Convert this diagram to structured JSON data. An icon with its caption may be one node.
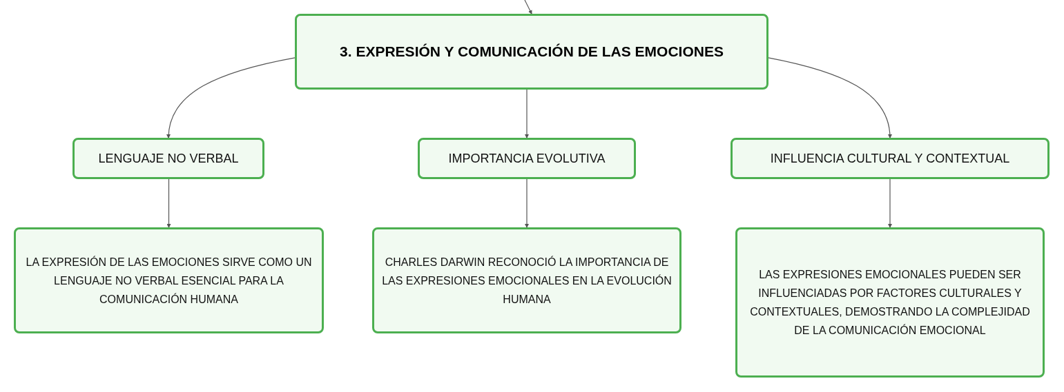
{
  "diagram": {
    "nodes": [
      {
        "text": [
          "3. EXPRESIÓN Y COMUNICACIÓN DE LAS EMOCIONES"
        ]
      },
      {
        "text": [
          "LENGUAJE NO VERBAL"
        ]
      },
      {
        "text": [
          "IMPORTANCIA EVOLUTIVA"
        ]
      },
      {
        "text": [
          "INFLUENCIA CULTURAL Y CONTEXTUAL"
        ]
      },
      {
        "text": [
          "LA EXPRESIÓN DE LAS EMOCIONES SIRVE COMO UN LENGUAJE NO VERBAL ESENCIAL PARA LA COMUNICACIÓN HUMANA"
        ]
      },
      {
        "text": [
          "CHARLES DARWIN RECONOCIÓ LA IMPORTANCIA DE LAS EXPRESIONES EMOCIONALES EN LA EVOLUCIÓN HUMANA"
        ]
      },
      {
        "text": [
          "LAS EXPRESIONES EMOCIONALES PUEDEN SER INFLUENCIADAS POR FACTORES CULTURALES Y CONTEXTUALES, DEMOSTRANDO LA COMPLEJIDAD DE LA COMUNICACIÓN EMOCIONAL"
        ]
      }
    ],
    "edges": [
      {
        "from": null,
        "to": 0,
        "arrow": "to"
      },
      {
        "from": 0,
        "to": 1,
        "arrow": "to"
      },
      {
        "from": 0,
        "to": 2,
        "arrow": "to"
      },
      {
        "from": 0,
        "to": 3,
        "arrow": "to"
      },
      {
        "from": 1,
        "to": 4,
        "arrow": "to"
      },
      {
        "from": 2,
        "to": 5,
        "arrow": "to"
      },
      {
        "from": 3,
        "to": 6,
        "arrow": "to"
      }
    ]
  }
}
